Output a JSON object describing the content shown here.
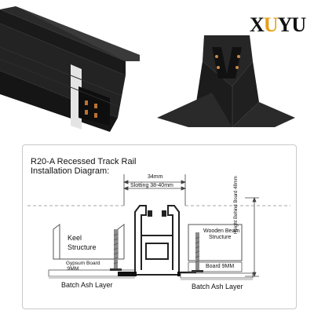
{
  "brand": {
    "logo_text_1": "X",
    "logo_text_2": "U",
    "logo_text_3": "Y",
    "logo_text_4": "U",
    "accent_color": "#e6a117"
  },
  "diagram": {
    "title_line1": "R20-A Recessed Track Rail",
    "title_line2": "Installation Diagram:",
    "width_label": "34mm",
    "slotting_label": "Slotting 38-40mm",
    "keel_line1": "Keel",
    "keel_line2": "Structure",
    "gypsum_line1": "Gypsum Board",
    "gypsum_line2": ":9MM",
    "wooden_line1": "Wooden Beam",
    "wooden_line2": "Structure",
    "board_label": "Board 9MM",
    "height_label": "Height Behind Board 48mm",
    "ash_left": "Batch Ash Layer",
    "ash_right": "Batch Ash Layer"
  }
}
